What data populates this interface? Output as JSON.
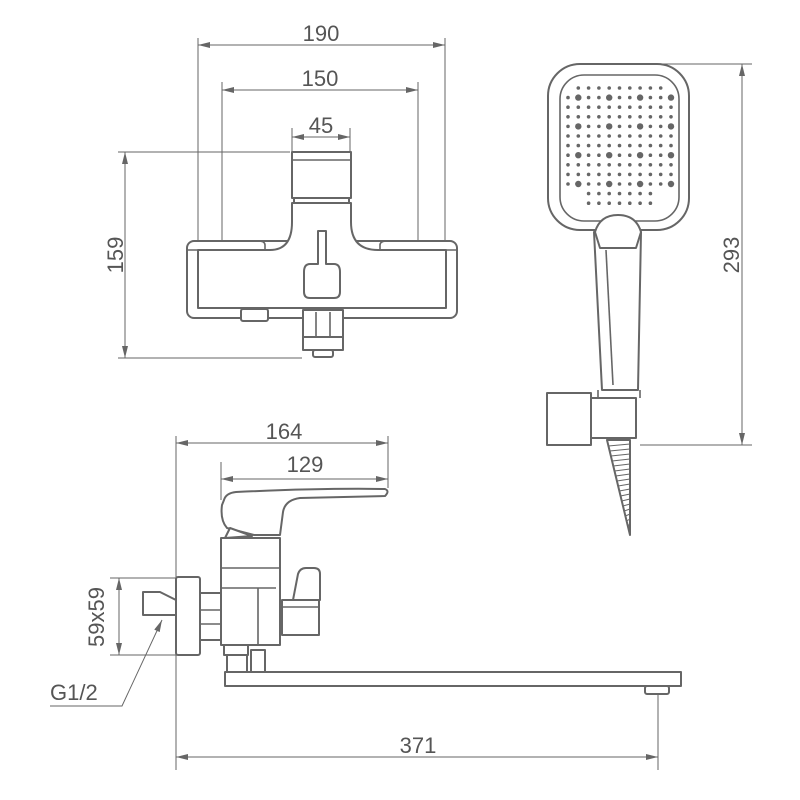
{
  "top_view": {
    "dim_width_overall": "190",
    "dim_width_mounting": "150",
    "dim_cylinder": "45",
    "dim_height": "159"
  },
  "shower_head": {
    "dim_height": "293"
  },
  "side_view": {
    "dim_lever_reach": "164",
    "dim_lever_length": "129",
    "dim_plate": "59x59",
    "dim_spout_reach": "371",
    "thread_label": "G1/2"
  },
  "colors": {
    "line": "#666666",
    "text": "#555555"
  }
}
